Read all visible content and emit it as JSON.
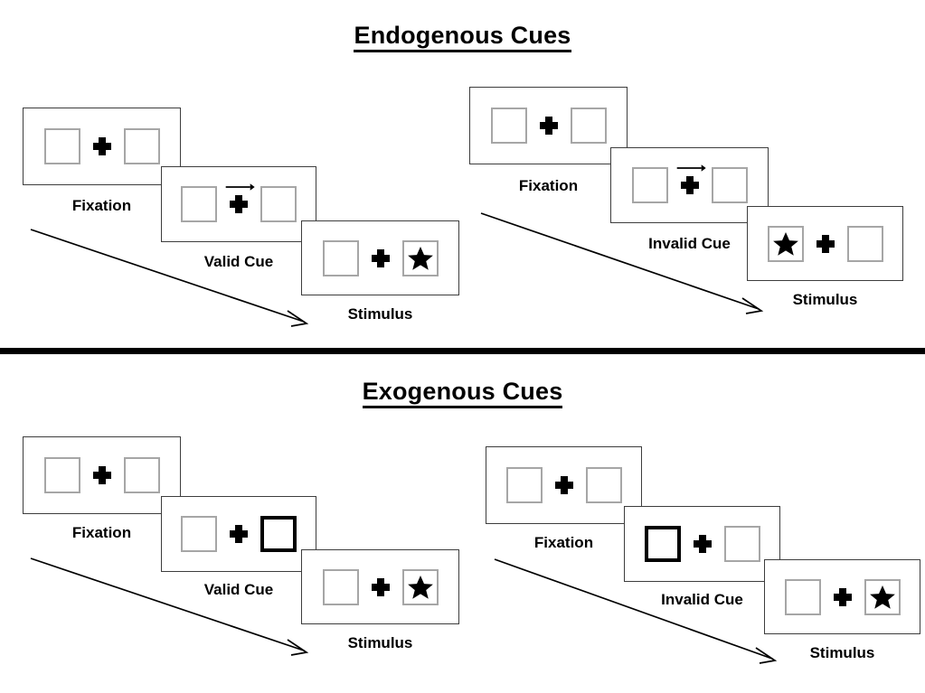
{
  "sections": [
    {
      "id": "endogenous",
      "title": "Endogenous Cues",
      "cue_type": "central-arrow",
      "trials": [
        {
          "id": "endogenous-valid",
          "frames": [
            {
              "label": "Fixation",
              "cue": "none",
              "stimulus": "none"
            },
            {
              "label": "Valid Cue",
              "cue": "arrow-right",
              "stimulus": "none"
            },
            {
              "label": "Stimulus",
              "cue": "none",
              "stimulus": "right"
            }
          ]
        },
        {
          "id": "endogenous-invalid",
          "frames": [
            {
              "label": "Fixation",
              "cue": "none",
              "stimulus": "none"
            },
            {
              "label": "Invalid Cue",
              "cue": "arrow-right",
              "stimulus": "none"
            },
            {
              "label": "Stimulus",
              "cue": "none",
              "stimulus": "left"
            }
          ]
        }
      ]
    },
    {
      "id": "exogenous",
      "title": "Exogenous Cues",
      "cue_type": "peripheral-box",
      "trials": [
        {
          "id": "exogenous-valid",
          "frames": [
            {
              "label": "Fixation",
              "cue": "none",
              "stimulus": "none"
            },
            {
              "label": "Valid Cue",
              "cue": "box-right",
              "stimulus": "none"
            },
            {
              "label": "Stimulus",
              "cue": "none",
              "stimulus": "right"
            }
          ]
        },
        {
          "id": "exogenous-invalid",
          "frames": [
            {
              "label": "Fixation",
              "cue": "none",
              "stimulus": "none"
            },
            {
              "label": "Invalid Cue",
              "cue": "box-left",
              "stimulus": "none"
            },
            {
              "label": "Stimulus",
              "cue": "none",
              "stimulus": "right"
            }
          ]
        }
      ]
    }
  ],
  "icons": {
    "fixation_cross": "plus-icon",
    "target_star": "star-icon",
    "cue_arrow": "arrow-right-icon",
    "time_arrow": "time-arrow-icon",
    "placeholder_box": "square-placeholder-icon"
  },
  "colors": {
    "background": "#ffffff",
    "panel_border": "#3d3d3d",
    "placeholder_border": "#a6a6a6",
    "cued_border": "#000000",
    "ink": "#000000",
    "divider": "#000000"
  }
}
